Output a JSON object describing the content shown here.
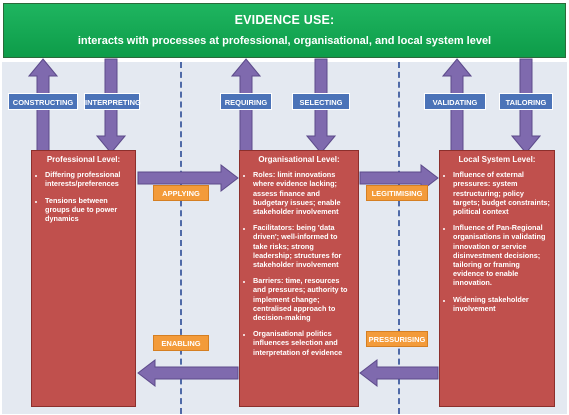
{
  "header": {
    "title": "EVIDENCE USE:",
    "subtitle": "interacts with processes at professional, organisational, and local system level"
  },
  "vertical_labels": [
    "CONSTRUCTING",
    "INTERPRETING",
    "REQUIRING",
    "SELECTING",
    "VALIDATING",
    "TAILORING"
  ],
  "horizontal_labels": {
    "applying": "APPLYING",
    "legitimising": "LEGITIMISING",
    "enabling": "ENABLING",
    "pressurising": "PRESSURISING"
  },
  "boxes": [
    {
      "title": "Professional Level:",
      "bullets": [
        "Differing professional interests/preferences",
        "Tensions between groups due to power dynamics"
      ]
    },
    {
      "title": "Organisational Level:",
      "bullets": [
        "Roles: limit innovations where evidence lacking; assess finance and budgetary issues; enable stakeholder involvement",
        "Facilitators: being 'data driven'; well-informed to take risks; strong leadership; structures for stakeholder involvement",
        "Barriers: time, resources and pressures; authority to implement change; centralised approach to decision-making",
        "Organisational politics influences selection and interpretation of evidence"
      ]
    },
    {
      "title": "Local System Level:",
      "bullets": [
        "Influence of external pressures: system restructuring; policy targets; budget constraints; political context",
        "Influence of Pan-Regional organisations in validating innovation or service disinvestment decisions; tailoring or framing evidence to enable innovation.",
        "Widening stakeholder involvement"
      ]
    }
  ],
  "colors": {
    "header_green": "#14a853",
    "arrow_purple": "#7f6aae",
    "label_blue": "#4b73b8",
    "box_red": "#c0504d",
    "connector_orange": "#f39b3a"
  }
}
